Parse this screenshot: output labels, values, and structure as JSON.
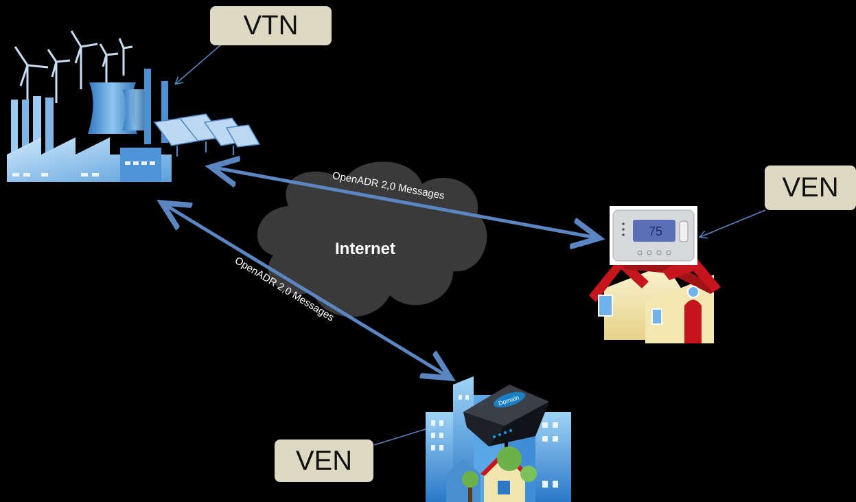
{
  "labels": {
    "vtn": "VTN",
    "ven_house": "VEN",
    "ven_city": "VEN"
  },
  "cloud_label": "Internet",
  "link_labels": {
    "top": "OpenADR 2,0 Messages",
    "bottom": "OpenADR 2,0 Messages"
  },
  "thermostat_reading": "75",
  "router_brand": "Domain",
  "colors": {
    "background": "#000000",
    "arrow": "#5b86c2",
    "label_box": "#ddd9c3",
    "cloud": "#3a3a3a",
    "plant": "#8ec3ec",
    "roof": "#c4161c"
  }
}
